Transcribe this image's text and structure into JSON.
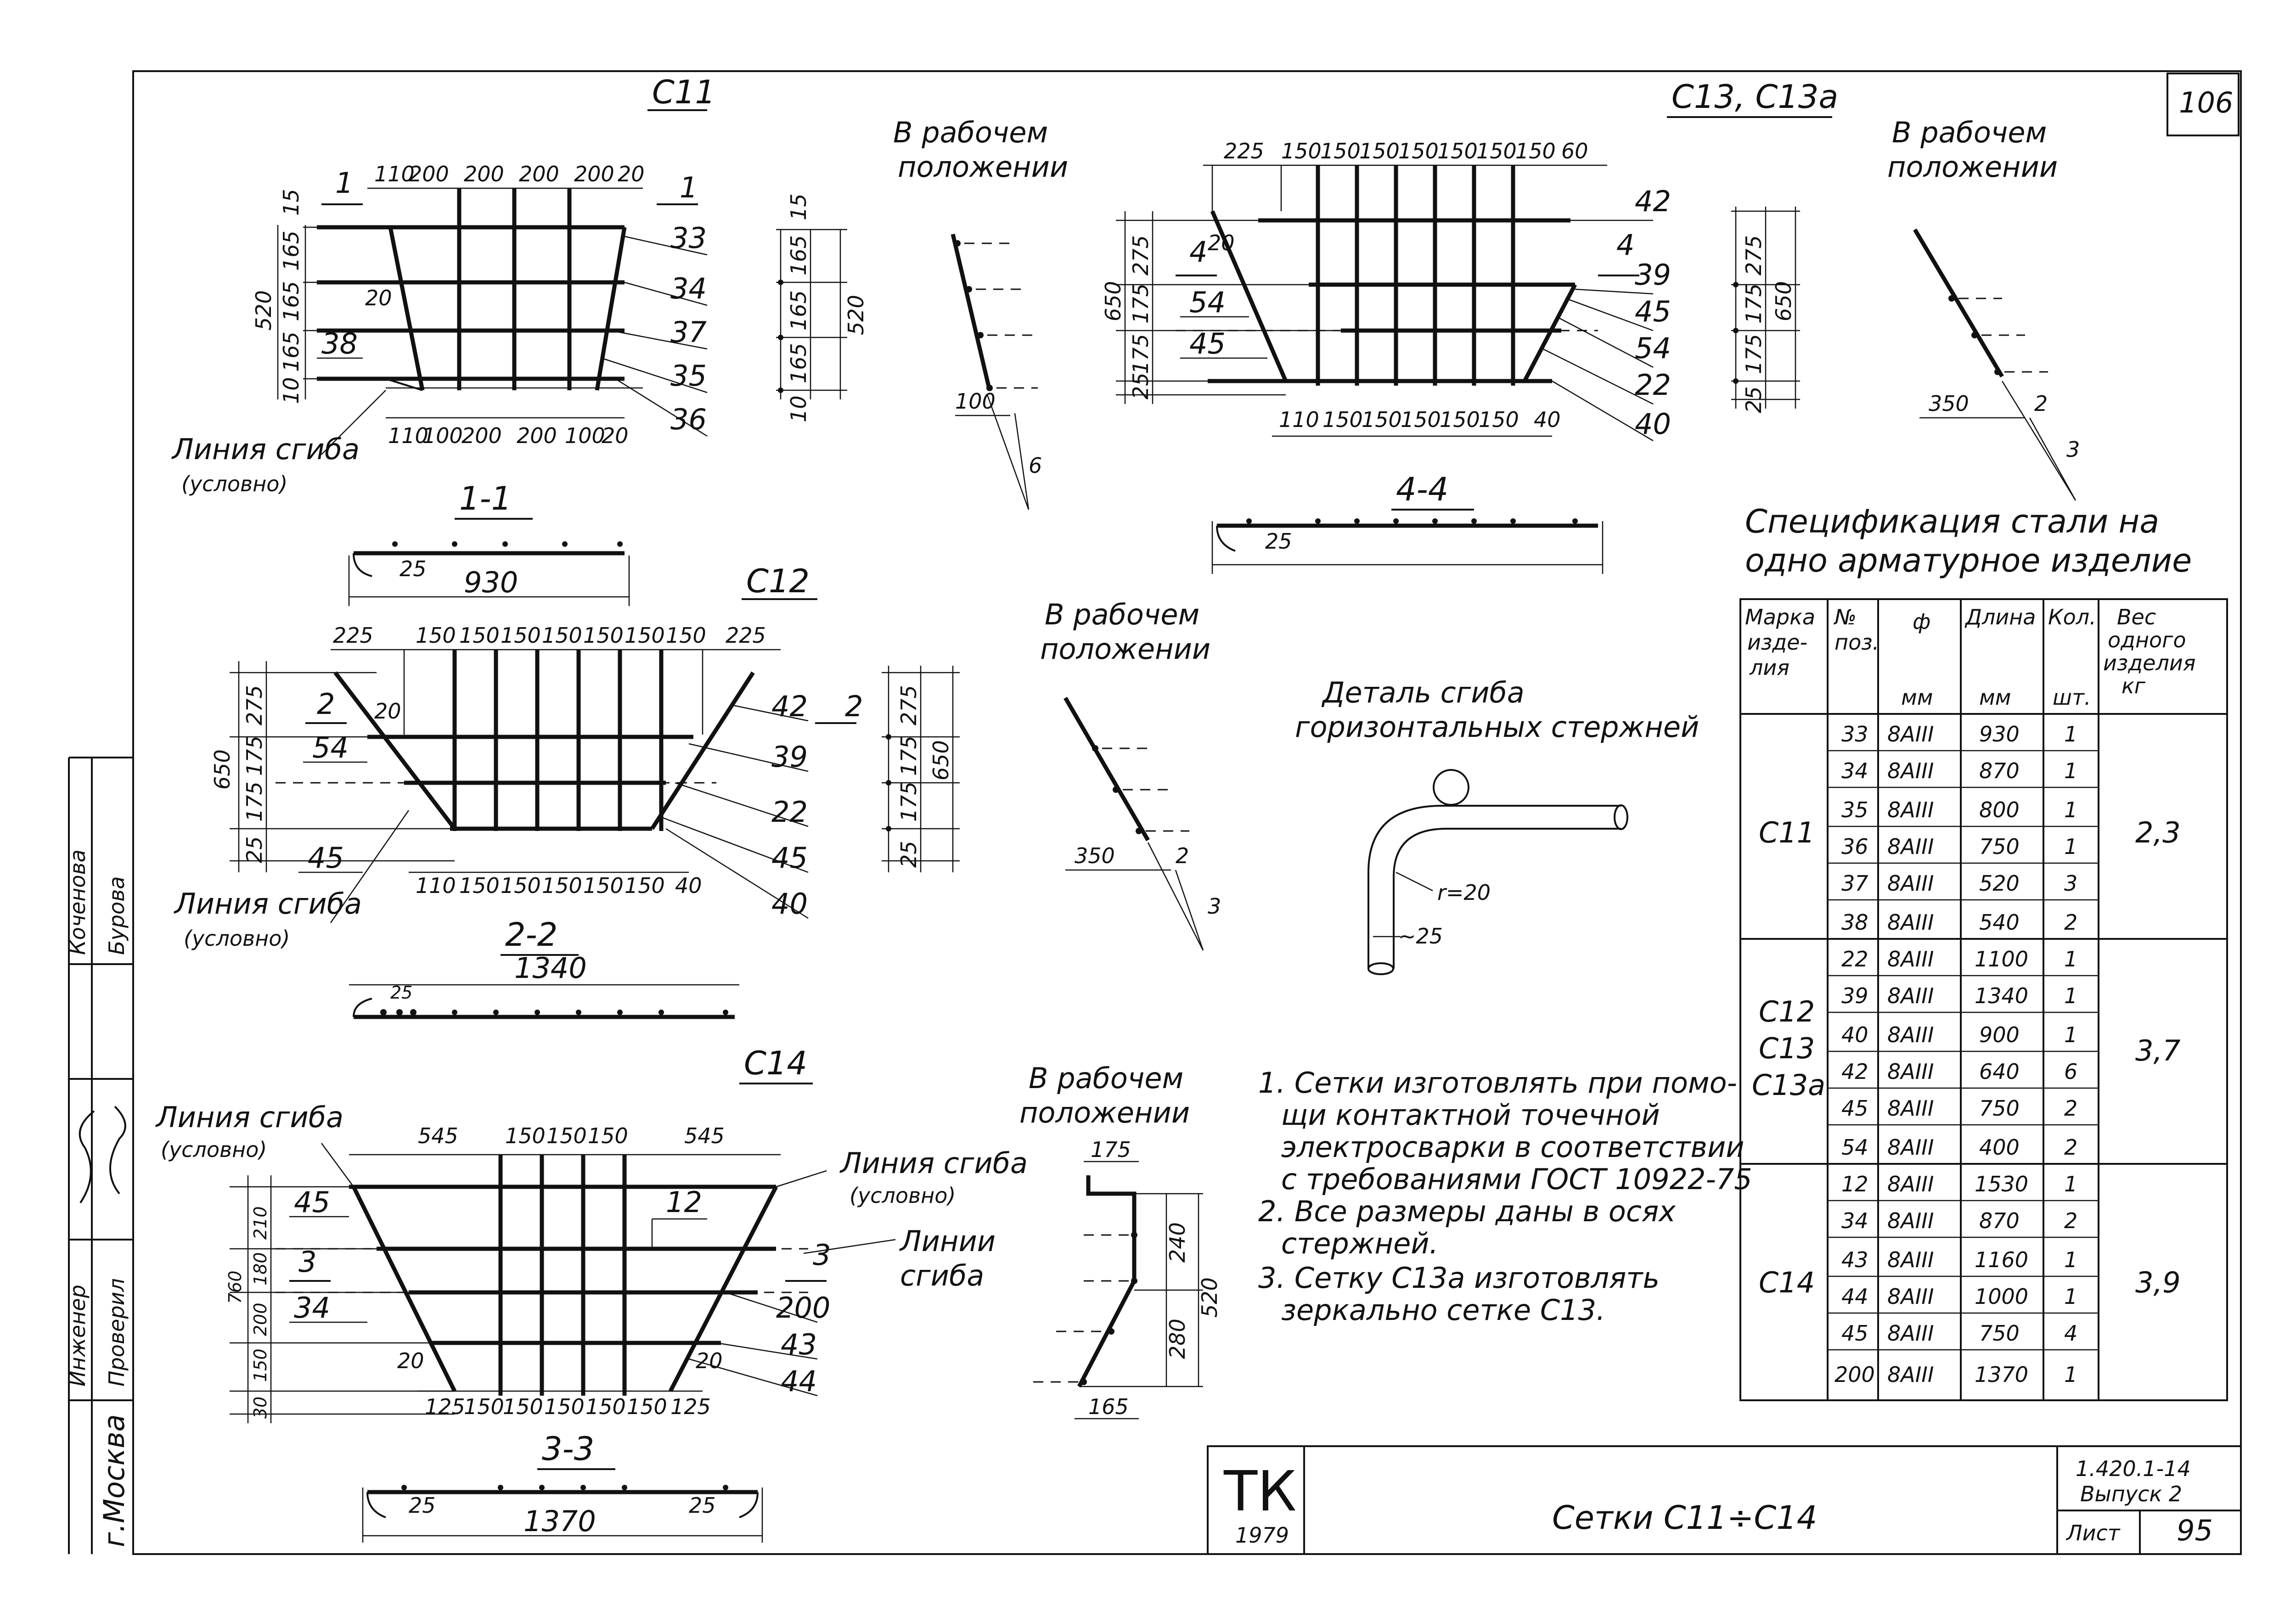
{
  "page_number": "106",
  "stamp": {
    "tk": "ТК",
    "year": "1979"
  },
  "title": "Сетки С11÷С14",
  "doc_code": "1.420.1-14",
  "issue": "Выпуск 2",
  "sheet_label": "Лист",
  "sheet_number": "95",
  "side_block": {
    "city": "г.Москва",
    "roles": [
      "Инженер",
      "Проверил"
    ],
    "names": [
      "Коченова",
      "Бурова"
    ]
  },
  "c11": {
    "title": "С11",
    "top_dims": [
      "110",
      "200",
      "200",
      "200",
      "200",
      "20"
    ],
    "bottom_dims": [
      "110",
      "100",
      "200",
      "200",
      "100",
      "20"
    ],
    "left_dims": [
      "15",
      "165",
      "165",
      "165",
      "10"
    ],
    "total_height": "520",
    "positions": [
      "33",
      "34",
      "37",
      "35",
      "36"
    ],
    "pos_38": "38",
    "bend_20": "20",
    "cut_mark": "1",
    "bend_line": "Линия сгиба",
    "bend_line_note": "(условно)"
  },
  "c11_work": {
    "label_1": "В рабочем",
    "label_2": "положении",
    "dims": [
      "15",
      "165",
      "165",
      "165",
      "10"
    ],
    "total": "520",
    "d100": "100",
    "d6": "6"
  },
  "sec11": {
    "title": "1-1",
    "d25": "25",
    "length": "930"
  },
  "c12": {
    "title": "С12",
    "top_dims": [
      "225",
      "150",
      "150",
      "150",
      "150",
      "150",
      "150",
      "150",
      "225"
    ],
    "bottom_dims": [
      "110",
      "150",
      "150",
      "150",
      "150",
      "150",
      "40"
    ],
    "left_dims": [
      "275",
      "175",
      "175",
      "25"
    ],
    "total_height": "650",
    "positions": [
      "42",
      "39",
      "22",
      "45",
      "40"
    ],
    "pos_54": "54",
    "pos_45": "45",
    "bend_20": "20",
    "cut_mark": "2",
    "bend_line": "Линия сгиба",
    "bend_line_note": "(условно)"
  },
  "c12_work": {
    "label_1": "В рабочем",
    "label_2": "положении",
    "dims": [
      "275",
      "175",
      "175",
      "25"
    ],
    "total": "650",
    "d350": "350",
    "d2": "2",
    "d3": "3"
  },
  "sec22": {
    "title": "2-2",
    "d25": "25",
    "length": "1340"
  },
  "c13": {
    "title": "С13, С13а",
    "top_dims": [
      "225",
      "150",
      "150",
      "150",
      "150",
      "150",
      "150",
      "150",
      "60"
    ],
    "bottom_dims": [
      "110",
      "150",
      "150",
      "150",
      "150",
      "150",
      "40"
    ],
    "left_dims": [
      "275",
      "175",
      "175",
      "25"
    ],
    "total_height": "650",
    "positions": [
      "42",
      "39",
      "45",
      "54",
      "22",
      "40"
    ],
    "pos_54": "54",
    "pos_45": "45",
    "bend_20": "20",
    "cut_mark": "4"
  },
  "c13_work": {
    "label_1": "В рабочем",
    "label_2": "положении",
    "dims": [
      "275",
      "175",
      "175",
      "25"
    ],
    "total": "650",
    "d350": "350",
    "d2": "2",
    "d3": "3"
  },
  "sec44": {
    "title": "4-4",
    "d25": "25"
  },
  "c14": {
    "title": "С14",
    "top_dims": [
      "545",
      "150",
      "150",
      "150",
      "545"
    ],
    "bottom_dims": [
      "125",
      "150",
      "150",
      "150",
      "150",
      "150",
      "125"
    ],
    "left_dims": [
      "210",
      "180",
      "200",
      "150",
      "30"
    ],
    "total_height": "760",
    "positions": [
      "200",
      "43",
      "44"
    ],
    "pos_45": "45",
    "pos_34": "34",
    "pos_12": "12",
    "bend_20": "20",
    "cut_mark": "3",
    "bend_line_left": "Линия сгиба",
    "bend_line_left_note": "(условно)",
    "bend_line_right": "Линия сгиба",
    "bend_line_right_note": "(условно)",
    "bend_lines": "Линии",
    "bend_lines_2": "сгиба"
  },
  "c14_work": {
    "label_1": "В рабочем",
    "label_2": "положении",
    "d175": "175",
    "d240": "240",
    "d280": "280",
    "d520": "520",
    "d165": "165"
  },
  "sec33": {
    "title": "3-3",
    "d25": "25",
    "d25b": "25",
    "length": "1370"
  },
  "bend_detail": {
    "title_1": "Деталь сгиба",
    "title_2": "горизонтальных стержней",
    "radius": "r=20",
    "d25": "~25"
  },
  "notes": [
    "1. Сетки изготовлять при помо-",
    "щи контактной точечной",
    "электросварки в соответствии",
    "с требованиями ГОСТ 10922-75",
    "2. Все размеры даны в осях",
    "стержней.",
    "3. Сетку С13а изготовлять",
    "зеркально сетке С13."
  ],
  "spec": {
    "title_1": "Спецификация стали на",
    "title_2": "одно арматурное изделие",
    "headers": [
      [
        "Марка",
        "изде-",
        "лия"
      ],
      [
        "№",
        "поз."
      ],
      [
        "ф",
        "мм"
      ],
      [
        "Длина",
        "мм"
      ],
      [
        "Кол.",
        "шт."
      ],
      [
        "Вес",
        "одного",
        "изделия",
        "кг"
      ]
    ],
    "groups": [
      {
        "mark": [
          "С11"
        ],
        "weight": "2,3",
        "rows": [
          [
            "33",
            "8АIII",
            "930",
            "1"
          ],
          [
            "34",
            "8АIII",
            "870",
            "1"
          ],
          [
            "35",
            "8АIII",
            "800",
            "1"
          ],
          [
            "36",
            "8АIII",
            "750",
            "1"
          ],
          [
            "37",
            "8АIII",
            "520",
            "3"
          ],
          [
            "38",
            "8АIII",
            "540",
            "2"
          ]
        ]
      },
      {
        "mark": [
          "С12",
          "С13",
          "С13а"
        ],
        "weight": "3,7",
        "rows": [
          [
            "22",
            "8АIII",
            "1100",
            "1"
          ],
          [
            "39",
            "8АIII",
            "1340",
            "1"
          ],
          [
            "40",
            "8АIII",
            "900",
            "1"
          ],
          [
            "42",
            "8АIII",
            "640",
            "6"
          ],
          [
            "45",
            "8АIII",
            "750",
            "2"
          ],
          [
            "54",
            "8АIII",
            "400",
            "2"
          ]
        ]
      },
      {
        "mark": [
          "С14"
        ],
        "weight": "3,9",
        "rows": [
          [
            "12",
            "8АIII",
            "1530",
            "1"
          ],
          [
            "34",
            "8АIII",
            "870",
            "2"
          ],
          [
            "43",
            "8АIII",
            "1160",
            "1"
          ],
          [
            "44",
            "8АIII",
            "1000",
            "1"
          ],
          [
            "45",
            "8АIII",
            "750",
            "4"
          ],
          [
            "200",
            "8АIII",
            "1370",
            "1"
          ]
        ]
      }
    ]
  }
}
